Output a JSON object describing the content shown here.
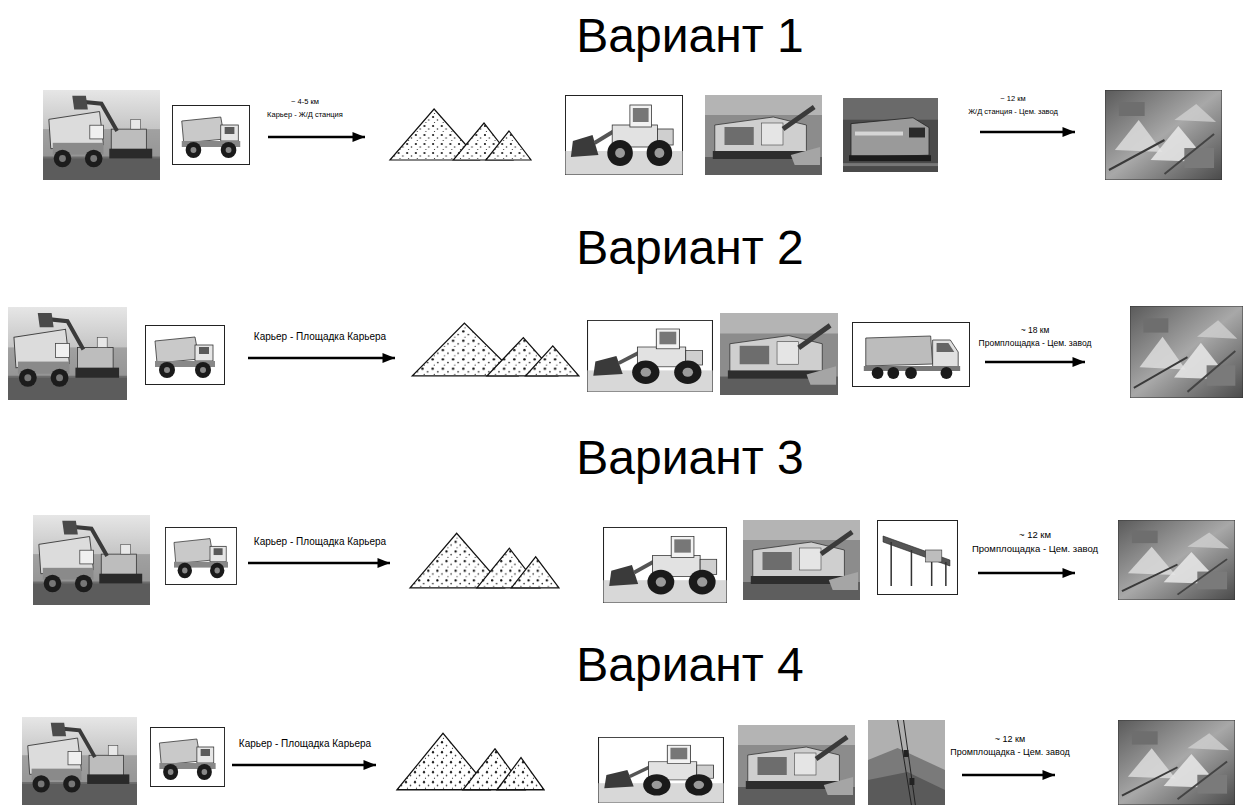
{
  "diagram": {
    "labels": [
      "Вариант 1",
      "~ 4-5 км",
      "Карьер - Ж/Д станция",
      "~ 12 км",
      "Ж/Д станция - Цем. завод",
      "Вариант 2",
      "Карьер - Площадка Карьера",
      "~ 18 км",
      "Промплощадка - Цем. завод",
      "Вариант 3",
      "Карьер - Площадка Карьера",
      "~ 12 км",
      "Промплощадка - Цем. завод",
      "Вариант 4",
      "Карьер - Площадка Карьера",
      "~ 12 км",
      "Промплощадка - Цем. завод"
    ]
  }
}
